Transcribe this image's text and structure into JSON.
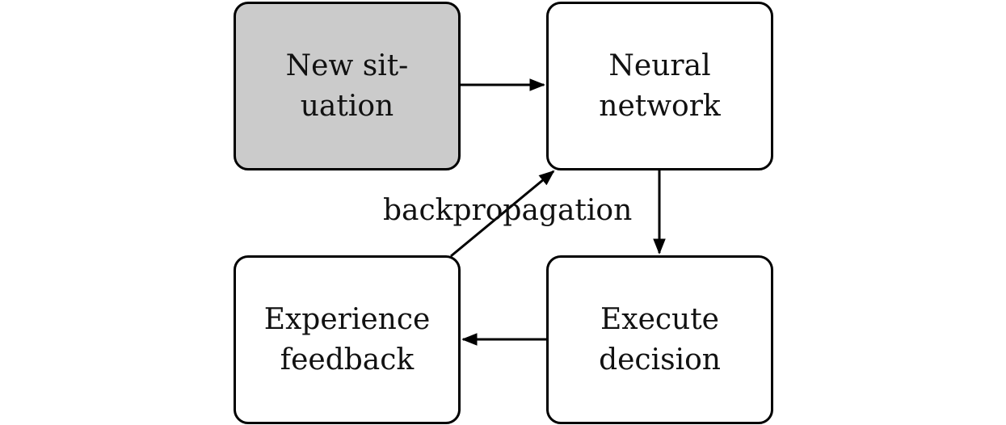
{
  "diagram": {
    "nodes": [
      {
        "id": "new-situation",
        "lines": [
          "New sit-",
          "uation"
        ],
        "fill": "#cbcbcb"
      },
      {
        "id": "neural-network",
        "lines": [
          "Neural",
          "network"
        ],
        "fill": "#ffffff"
      },
      {
        "id": "experience-feedback",
        "lines": [
          "Experience",
          "feedback"
        ],
        "fill": "#ffffff"
      },
      {
        "id": "execute-decision",
        "lines": [
          "Execute",
          "decision"
        ],
        "fill": "#ffffff"
      }
    ],
    "edges": [
      {
        "from": "new-situation",
        "to": "neural-network",
        "label": ""
      },
      {
        "from": "neural-network",
        "to": "execute-decision",
        "label": ""
      },
      {
        "from": "execute-decision",
        "to": "experience-feedback",
        "label": ""
      },
      {
        "from": "experience-feedback",
        "to": "neural-network",
        "label": "backpropagation"
      }
    ],
    "edge_color": "#000000",
    "border_color": "#000000"
  }
}
